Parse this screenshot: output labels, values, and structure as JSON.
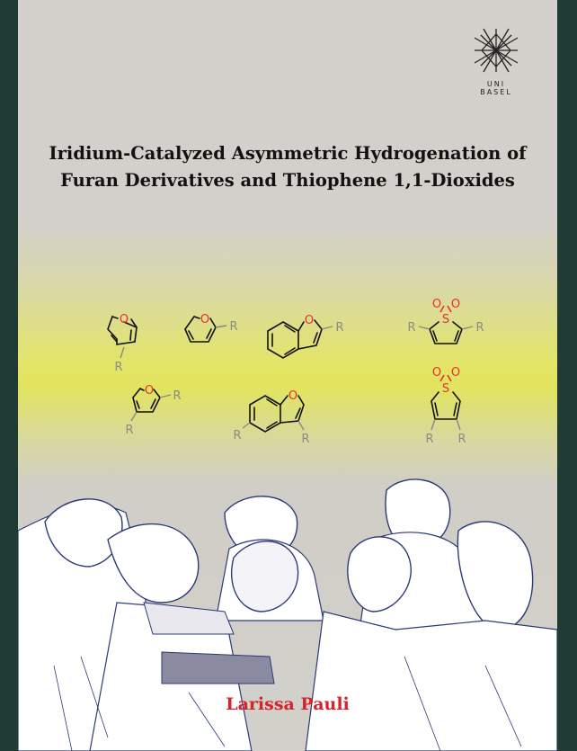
{
  "cover": {
    "title_line1": "Iridium-Catalyzed Asymmetric Hydrogenation of",
    "title_line2": "Furan Derivatives and Thiophene 1,1-Dioxides",
    "author": "Larissa Pauli",
    "logo": {
      "line1": "UNI",
      "line2": "BASEL",
      "icon": "uni-basel-star-icon"
    }
  },
  "colors": {
    "title": "#111111",
    "author": "#d8232a",
    "heteroatom": "#e5322d",
    "substituent_r": "#8a8a8a",
    "bond": "#111111",
    "frame": "#1f3b33",
    "highlight_band": "#e2e45e"
  },
  "molecules": {
    "r_label": "R",
    "o_label": "O",
    "s_label": "S",
    "items": [
      "3-substituted-furan",
      "2-substituted-furan",
      "2-substituted-benzofuran",
      "2,5-disubstituted-thiophene-1,1-dioxide",
      "2,4-disubstituted-furan",
      "3-substituted-benzofuran",
      "3,4-disubstituted-thiophene-1,1-dioxide"
    ]
  }
}
